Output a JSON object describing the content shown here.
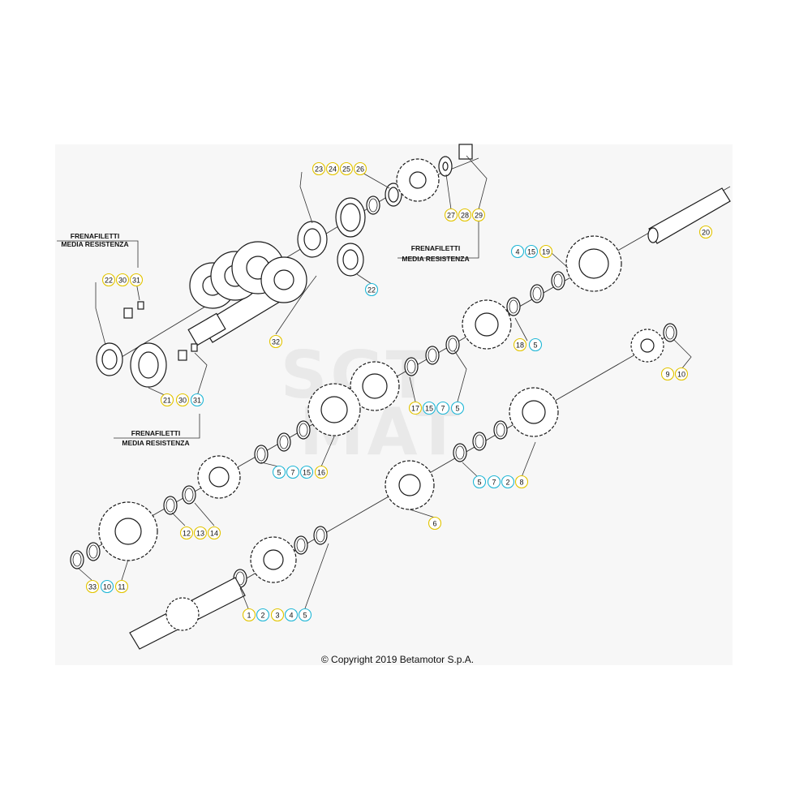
{
  "watermark": {
    "line1": "SGT",
    "line2": "MAT"
  },
  "copyright": "© Copyright 2019 Betamotor S.p.A.",
  "notes": [
    {
      "line1": "FRENAFILETTI",
      "line2": "MEDIA RESISTENZA"
    },
    {
      "line1": "FRENAFILETTI",
      "line2": "MEDIA RESISTENZA"
    },
    {
      "line1": "FRENAFILETTI",
      "line2": "MEDIA RESISTENZA"
    }
  ],
  "colors": {
    "yellow": "#e2c400",
    "cyan": "#22b7d6"
  },
  "callouts": [
    {
      "label": "23",
      "color": "yellow"
    },
    {
      "label": "24",
      "color": "yellow"
    },
    {
      "label": "25",
      "color": "yellow"
    },
    {
      "label": "26",
      "color": "yellow"
    },
    {
      "label": "27",
      "color": "yellow"
    },
    {
      "label": "28",
      "color": "yellow"
    },
    {
      "label": "29",
      "color": "yellow"
    },
    {
      "label": "20",
      "color": "yellow"
    },
    {
      "label": "22",
      "color": "yellow"
    },
    {
      "label": "30",
      "color": "yellow"
    },
    {
      "label": "31",
      "color": "yellow"
    },
    {
      "label": "22",
      "color": "cyan"
    },
    {
      "label": "4",
      "color": "cyan"
    },
    {
      "label": "15",
      "color": "cyan"
    },
    {
      "label": "19",
      "color": "yellow"
    },
    {
      "label": "32",
      "color": "yellow"
    },
    {
      "label": "18",
      "color": "yellow"
    },
    {
      "label": "5",
      "color": "cyan"
    },
    {
      "label": "9",
      "color": "yellow"
    },
    {
      "label": "10",
      "color": "yellow"
    },
    {
      "label": "21",
      "color": "yellow"
    },
    {
      "label": "30",
      "color": "yellow"
    },
    {
      "label": "31",
      "color": "cyan"
    },
    {
      "label": "17",
      "color": "yellow"
    },
    {
      "label": "15",
      "color": "cyan"
    },
    {
      "label": "7",
      "color": "cyan"
    },
    {
      "label": "5",
      "color": "cyan"
    },
    {
      "label": "5",
      "color": "cyan"
    },
    {
      "label": "7",
      "color": "cyan"
    },
    {
      "label": "15",
      "color": "cyan"
    },
    {
      "label": "16",
      "color": "yellow"
    },
    {
      "label": "5",
      "color": "cyan"
    },
    {
      "label": "7",
      "color": "cyan"
    },
    {
      "label": "2",
      "color": "cyan"
    },
    {
      "label": "8",
      "color": "yellow"
    },
    {
      "label": "12",
      "color": "yellow"
    },
    {
      "label": "13",
      "color": "yellow"
    },
    {
      "label": "14",
      "color": "yellow"
    },
    {
      "label": "6",
      "color": "yellow"
    },
    {
      "label": "33",
      "color": "yellow"
    },
    {
      "label": "10",
      "color": "cyan"
    },
    {
      "label": "11",
      "color": "yellow"
    },
    {
      "label": "1",
      "color": "yellow"
    },
    {
      "label": "2",
      "color": "cyan"
    },
    {
      "label": "3",
      "color": "yellow"
    },
    {
      "label": "4",
      "color": "cyan"
    },
    {
      "label": "5",
      "color": "cyan"
    }
  ]
}
